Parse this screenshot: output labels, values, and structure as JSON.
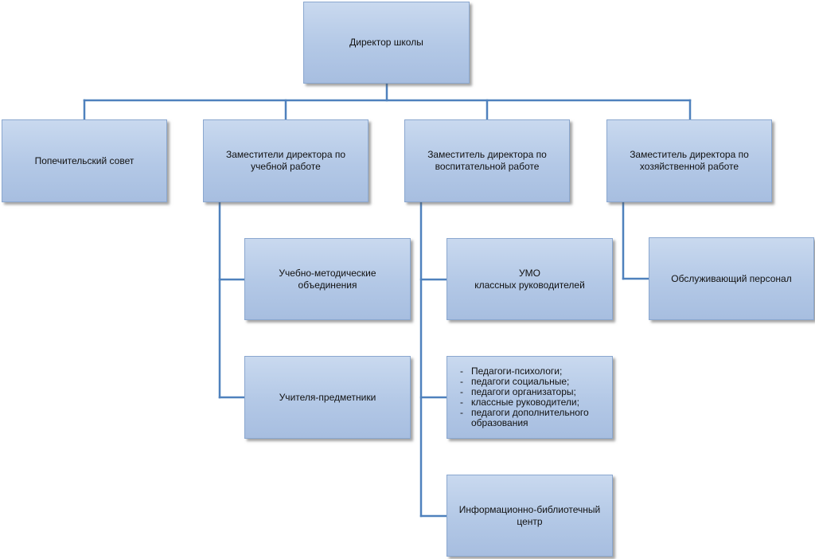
{
  "diagram": {
    "director": "Директор школы",
    "council": "Попечительский совет",
    "deputy_study": "Заместители директора по учебной работе",
    "deputy_upbringing": "Заместитель директора по воспитательной работе",
    "deputy_household": "Заместитель директора по хозяйственной работе",
    "methodical_associations": "Учебно-методические объединения",
    "subject_teachers": "Учителя-предметники",
    "umo_class_teachers_line1": "УМО",
    "umo_class_teachers_line2": "классных руководителей",
    "specialists": [
      "Педагоги-психологи;",
      "педагоги социальные;",
      "педагоги организаторы;",
      "классные руководители;",
      "педагоги дополнительного образования"
    ],
    "library_center": "Информационно-библиотечный центр",
    "service_staff": "Обслуживающий персонал"
  },
  "colors": {
    "box_fill_top": "#c9d9ef",
    "box_fill_bottom": "#a7bee0",
    "box_border": "#8aa7cf",
    "connector": "#4f81bd"
  }
}
